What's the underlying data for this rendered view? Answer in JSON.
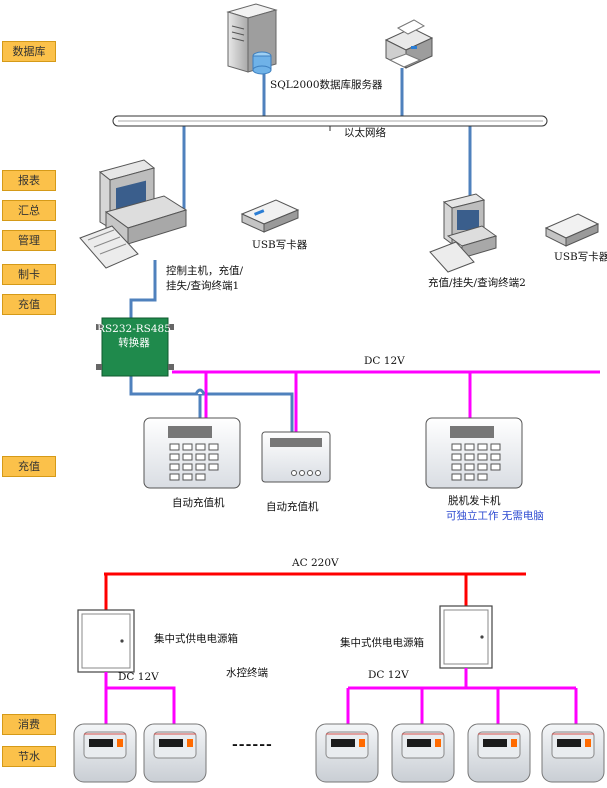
{
  "side_tags": {
    "database": "数据库",
    "report": "报表",
    "summary": "汇总",
    "manage": "管理",
    "make_card": "制卡",
    "recharge_top": "充值",
    "recharge_mid": "充值",
    "consume": "消费",
    "save_water": "节水"
  },
  "network": {
    "sql_server": "SQL2000数据库服务器",
    "ethernet": "以太网络",
    "usb_writer_1": "USB写卡器",
    "usb_writer_2": "USB写卡器",
    "main_host_line1": "控制主机，充值/",
    "main_host_line2": "挂失/查询终端1",
    "terminal_2": "充值/挂失/查询终端2",
    "converter_line1": "RS232-RS485",
    "converter_line2": "转换器"
  },
  "recharge": {
    "dc_bus": "DC 12V",
    "auto_recharge_1": "自动充值机",
    "auto_recharge_2": "自动充值机",
    "card_issuer": "脱机发卡机",
    "card_issuer_note": "可独立工作 无需电脑"
  },
  "power": {
    "ac_bus": "AC 220V",
    "box_left": "集中式供电电源箱",
    "box_right": "集中式供电电源箱",
    "dc_left": "DC 12V",
    "dc_right": "DC 12V",
    "water_terminal": "水控终端",
    "ellipsis": "------"
  },
  "colors": {
    "network_line": "#4f81bd",
    "dc_line": "#ff00ff",
    "ac_line": "#ff0000",
    "tag_fill": "#fbc14a",
    "converter": "#1f8a4c"
  }
}
